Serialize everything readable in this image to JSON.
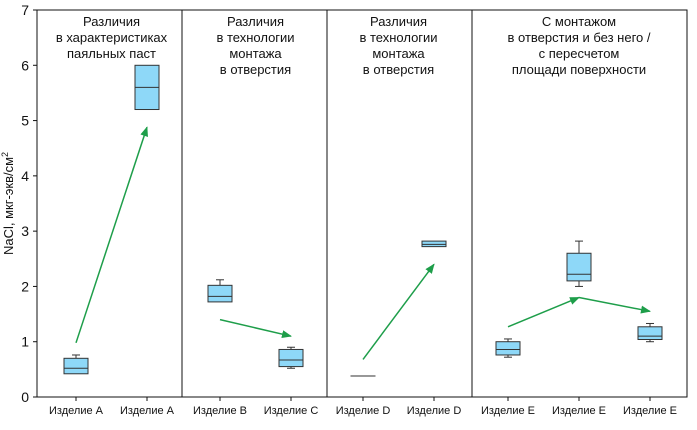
{
  "chart_data": {
    "type": "box",
    "ylabel": "NaCl, мкг-экв/см",
    "ylabel_sup": "2",
    "ylim": [
      0,
      7
    ],
    "yticks": [
      "0",
      "1",
      "2",
      "3",
      "4",
      "5",
      "6",
      "7"
    ],
    "grid": false,
    "categories": [
      "Изделие A",
      "Изделие A",
      "Изделие B",
      "Изделие C",
      "Изделие D",
      "Изделие D",
      "Изделие E",
      "Изделие E",
      "Изделие E"
    ],
    "boxes": [
      {
        "whisker_low": 0.42,
        "q1": 0.42,
        "median": 0.52,
        "q3": 0.7,
        "whisker_high": 0.76
      },
      {
        "whisker_low": 5.2,
        "q1": 5.2,
        "median": 5.6,
        "q3": 6.0,
        "whisker_high": 6.0
      },
      {
        "whisker_low": 1.72,
        "q1": 1.72,
        "median": 1.82,
        "q3": 2.02,
        "whisker_high": 2.12
      },
      {
        "whisker_low": 0.52,
        "q1": 0.55,
        "median": 0.67,
        "q3": 0.86,
        "whisker_high": 0.9
      },
      {
        "whisker_low": 0.38,
        "q1": 0.38,
        "median": 0.38,
        "q3": 0.38,
        "whisker_high": 0.38
      },
      {
        "whisker_low": 2.72,
        "q1": 2.72,
        "median": 2.76,
        "q3": 2.82,
        "whisker_high": 2.82
      },
      {
        "whisker_low": 0.72,
        "q1": 0.76,
        "median": 0.86,
        "q3": 1.0,
        "whisker_high": 1.05
      },
      {
        "whisker_low": 2.0,
        "q1": 2.1,
        "median": 2.22,
        "q3": 2.6,
        "whisker_high": 2.82
      },
      {
        "whisker_low": 1.0,
        "q1": 1.04,
        "median": 1.1,
        "q3": 1.27,
        "whisker_high": 1.33
      }
    ],
    "groups": [
      {
        "title": [
          "Различия",
          "в характеристиках",
          "паяльных паст"
        ],
        "from": 0,
        "to": 1
      },
      {
        "title": [
          "Различия",
          "в технологии",
          "монтажа",
          "в отверстия"
        ],
        "from": 2,
        "to": 3
      },
      {
        "title": [
          "Различия",
          "в технологии",
          "монтажа",
          "в отверстия"
        ],
        "from": 4,
        "to": 5
      },
      {
        "title": [
          "С монтажом",
          "в отверстия и без него /",
          "с пересчетом",
          "площади поверхности"
        ],
        "from": 6,
        "to": 8
      }
    ],
    "arrows": [
      {
        "from": [
          0,
          0.98
        ],
        "to": [
          1,
          4.88
        ]
      },
      {
        "from": [
          2,
          1.4
        ],
        "to": [
          3,
          1.1
        ]
      },
      {
        "from": [
          4,
          0.68
        ],
        "to": [
          5,
          2.4
        ]
      },
      {
        "from": [
          6,
          1.27
        ],
        "to": [
          7,
          1.8
        ]
      },
      {
        "from": [
          7,
          1.8
        ],
        "to": [
          8,
          1.55
        ]
      }
    ],
    "colors": {
      "box_fill": "#8ed8f8",
      "box_stroke": "#333333",
      "arrow": "#1e9e4a",
      "axis": "#111111"
    }
  }
}
